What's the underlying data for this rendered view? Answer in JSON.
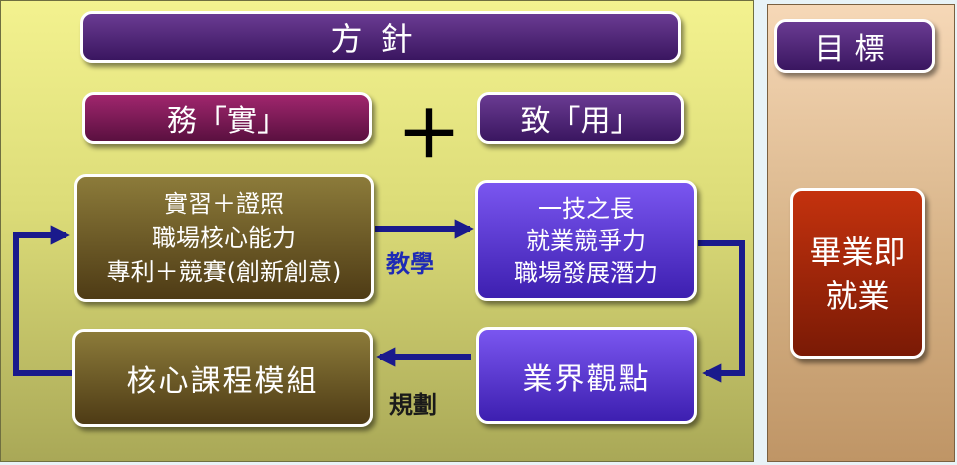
{
  "diagram": {
    "title_left": "方針",
    "principle_1": "務「實」",
    "principle_2": "致「用」",
    "plus_symbol": "＋",
    "title_right": "目標",
    "practice_box": "實習＋證照\n職場核心能力\n專利＋競賽(創新創意)",
    "ability_box": "一技之長\n就業競爭力\n職場發展潛力",
    "core_box": "核心課程模組",
    "industry_box": "業界觀點",
    "goal_box": "畢業即\n就業",
    "arrow_label_teach": "教學",
    "arrow_label_plan": "規劃"
  },
  "colors": {
    "left_panel": "#e3e27f",
    "right_panel": "#e2bf95",
    "bar_purple": "#4b2175",
    "bar_magenta": "#7a1a55",
    "olive_box": "#6b5a27",
    "violet_box": "#5a36d6",
    "goal_box": "#a02a0b",
    "arrow": "#1a1a8c",
    "teach_text": "#1e2ab5"
  }
}
